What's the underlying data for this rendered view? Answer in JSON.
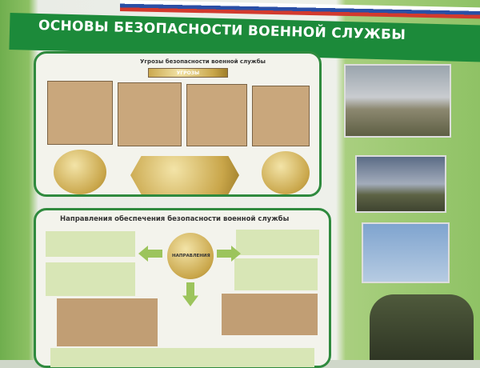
{
  "poster": {
    "title": "ОСНОВЫ БЕЗОПАСНОСТИ ВОЕННОЙ СЛУЖБЫ",
    "threats_section": {
      "heading": "Угрозы безопасности военной службы",
      "center_label": "УГРОЗЫ"
    },
    "directions_section": {
      "heading": "Направления обеспечения безопасности военной службы",
      "center_label": "НАПРАВЛЕНИЯ"
    }
  },
  "colors": {
    "title_bar": "#1c8a3a",
    "panel_border": "#2f8a3e",
    "box_tan": "#c9a77c",
    "box_green": "#d8e6b6",
    "gold": "#c9a64a"
  }
}
